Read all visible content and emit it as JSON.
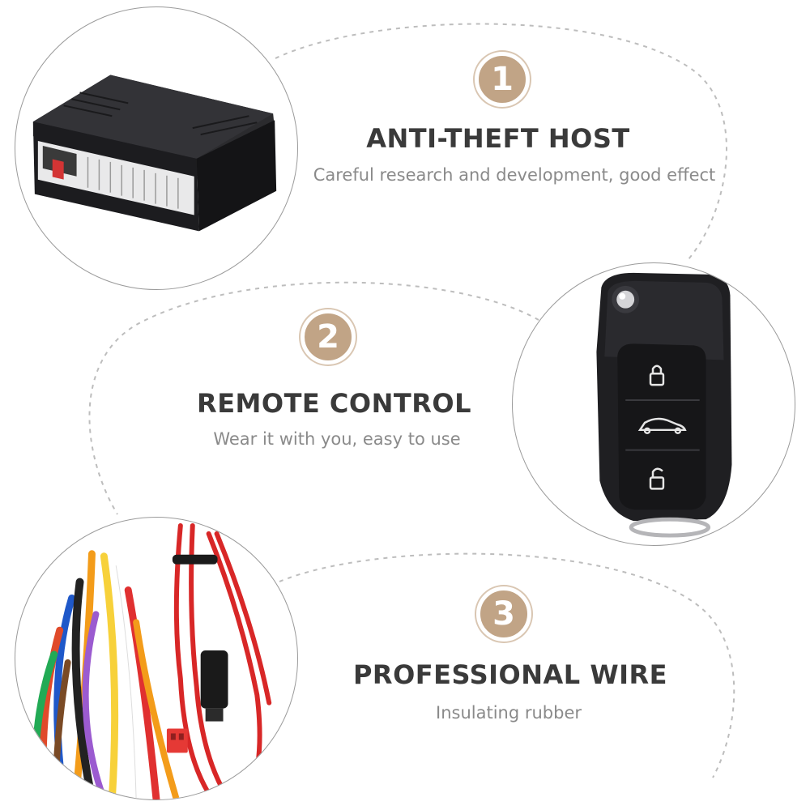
{
  "features": [
    {
      "number": "1",
      "title": "ANTI-THEFT HOST",
      "subtitle": "Careful research and development, good effect",
      "image": "anti-theft-host-box-photo"
    },
    {
      "number": "2",
      "title": "REMOTE CONTROL",
      "subtitle": "Wear it with you, easy to use",
      "image": "flip-key-remote-photo"
    },
    {
      "number": "3",
      "title": "PROFESSIONAL WIRE",
      "subtitle": "Insulating rubber",
      "image": "wire-harness-photo"
    }
  ],
  "colors": {
    "badge": "#c1a486",
    "title": "#3a3a3a",
    "subtitle": "#8a8a8a",
    "dashed_outline": "#bdbdbd"
  },
  "icons": {
    "remote_lock": "lock-icon",
    "remote_trunk": "car-trunk-icon",
    "remote_unlock": "unlock-icon"
  }
}
